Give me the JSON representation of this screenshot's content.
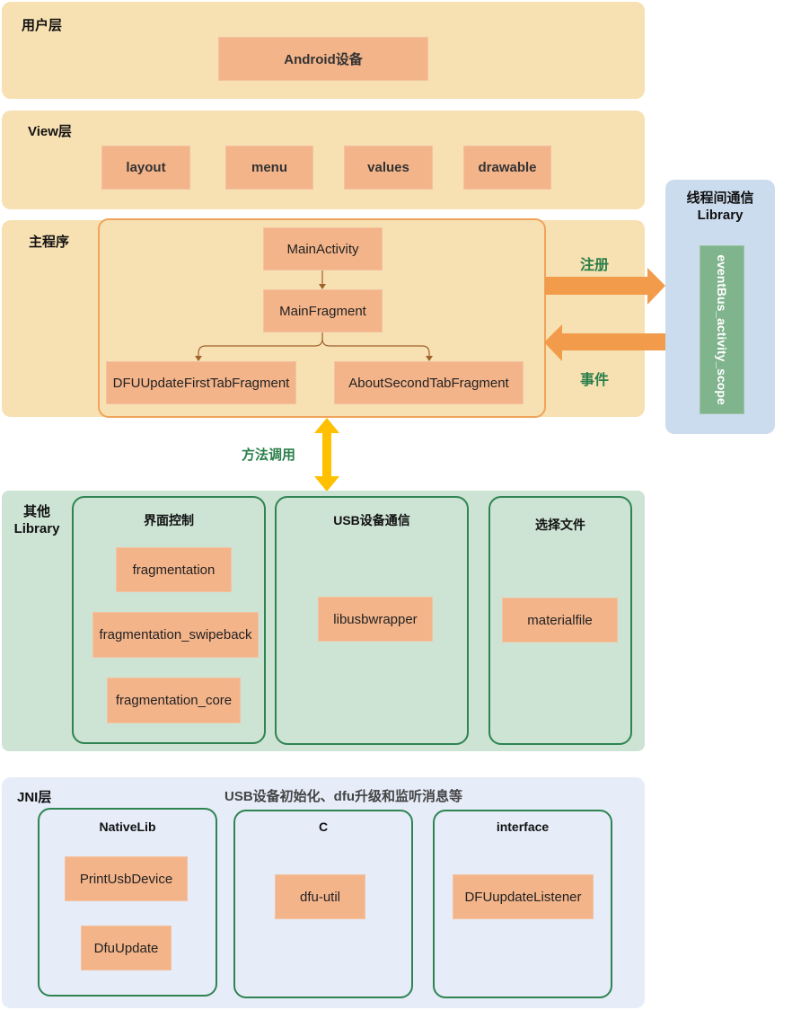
{
  "diagram": {
    "user_layer": {
      "title": "用户层",
      "nodes": [
        "Android设备"
      ]
    },
    "view_layer": {
      "title": "View层",
      "nodes": [
        "layout",
        "menu",
        "values",
        "drawable"
      ]
    },
    "main_layer": {
      "title": "主程序",
      "nodes": {
        "main_activity": "MainActivity",
        "main_fragment": "MainFragment",
        "first_tab": "DFUUpdateFirstTabFragment",
        "second_tab": "AboutSecondTabFragment"
      },
      "edges": [
        {
          "from": "MainActivity",
          "to": "MainFragment"
        },
        {
          "from": "MainFragment",
          "to": "DFUUpdateFirstTabFragment"
        },
        {
          "from": "MainFragment",
          "to": "AboutSecondTabFragment"
        }
      ]
    },
    "thread_lib": {
      "title_line1": "线程间通信",
      "title_line2": "Library",
      "node": "eventBus_activity_scope"
    },
    "arrows": {
      "register_label": "注册",
      "event_label": "事件",
      "method_call_label": "方法调用"
    },
    "other_lib": {
      "title_line1": "其他",
      "title_line2": "Library",
      "groups": [
        {
          "title": "界面控制",
          "nodes": [
            "fragmentation",
            "fragmentation_swipeback",
            "fragmentation_core"
          ]
        },
        {
          "title": "USB设备通信",
          "nodes": [
            "libusbwrapper"
          ]
        },
        {
          "title": "选择文件",
          "nodes": [
            "materialfile"
          ]
        }
      ]
    },
    "jni_layer": {
      "title": "JNI层",
      "subtitle": "USB设备初始化、dfu升级和监听消息等",
      "groups": [
        {
          "title": "NativeLib",
          "nodes": [
            "PrintUsbDevice",
            "DfuUpdate"
          ]
        },
        {
          "title": "C",
          "nodes": [
            "dfu-util"
          ]
        },
        {
          "title": "interface",
          "nodes": [
            "DFUupdateListener"
          ]
        }
      ]
    },
    "colors": {
      "tan_layer": "#f7e0b2",
      "node_fill": "#f4b48a",
      "green_layer": "#cde3d4",
      "group_border": "#2f8452",
      "blue_layer": "#e6ecf8",
      "library_panel": "#ccdcef",
      "eventbus_fill": "#80b48c",
      "orange_arrow": "#f29b4b",
      "yellow_arrow": "#ffc000",
      "label_green": "#2a7f4a"
    }
  }
}
